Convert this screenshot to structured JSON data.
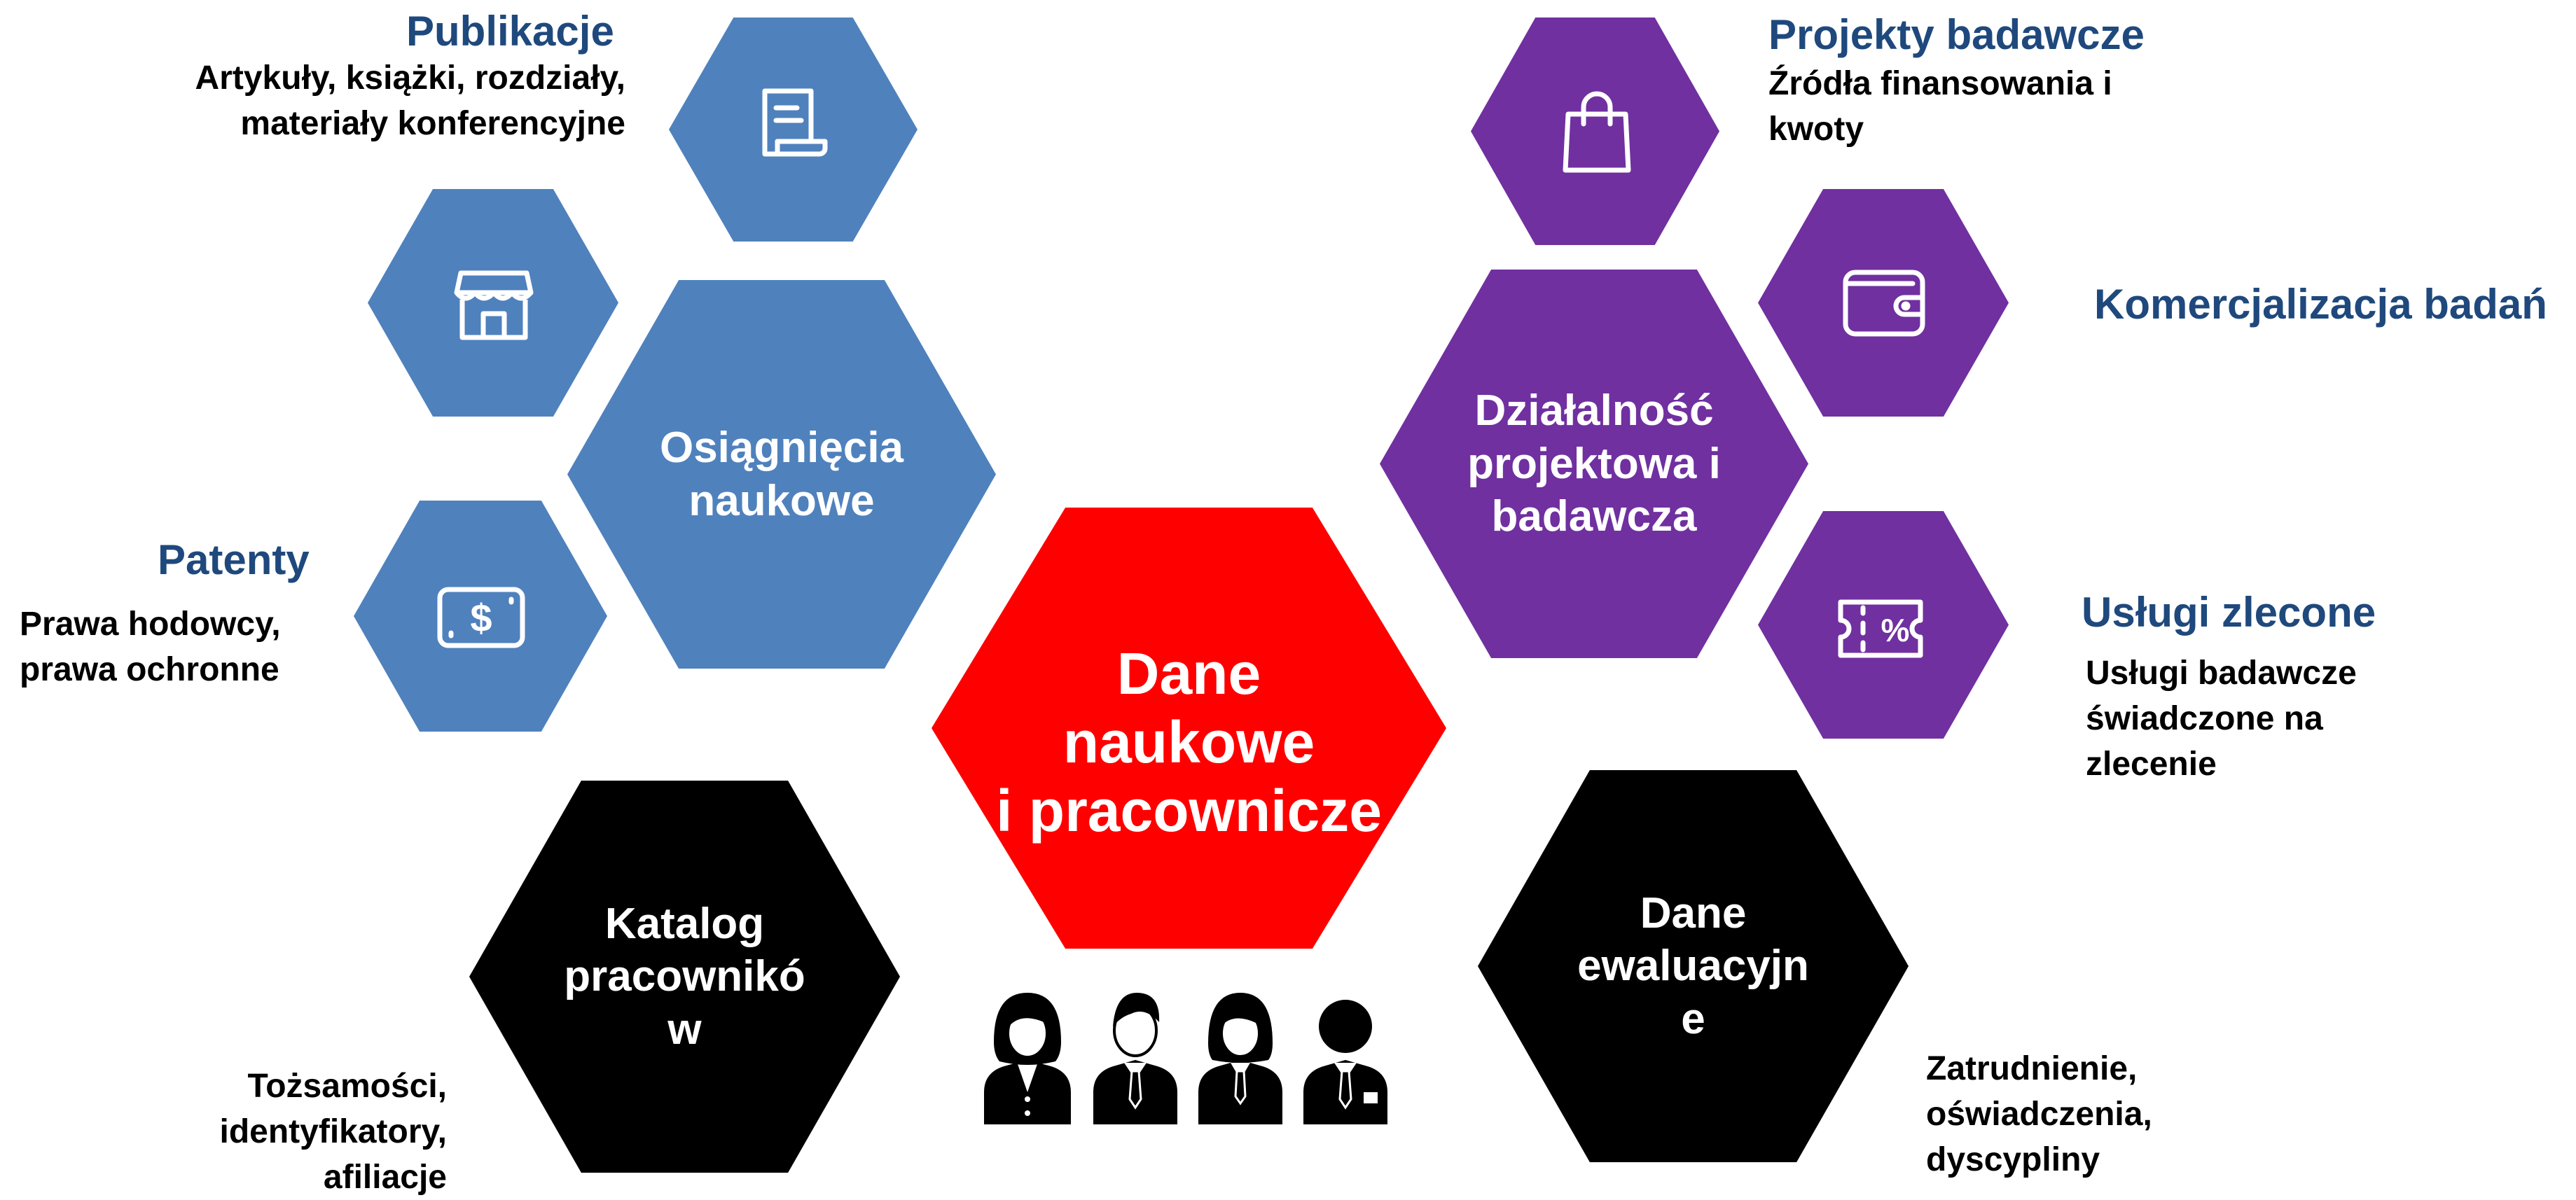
{
  "center": {
    "label_lines": [
      "Dane",
      "naukowe",
      "i pracownicze"
    ]
  },
  "achievements": {
    "label_lines": [
      "Osiągnięcia",
      "naukowe"
    ]
  },
  "projects": {
    "label_lines": [
      "Działalność",
      "projektowa i",
      "badawcza"
    ]
  },
  "catalog": {
    "label_lines": [
      "Katalog",
      "pracownikó",
      "w"
    ]
  },
  "evaluation": {
    "label_lines": [
      "Dane",
      "ewaluacyjn",
      "e"
    ]
  },
  "publications": {
    "title": "Publikacje",
    "desc_lines": [
      "Artykuły, książki, rozdziały,",
      "materiały konferencyjne"
    ]
  },
  "patents": {
    "title": "Patenty",
    "desc_lines": [
      "Prawa hodowcy,",
      "prawa ochronne"
    ]
  },
  "research_projects": {
    "title": "Projekty badawcze",
    "desc_lines": [
      "Źródła finansowania i",
      "kwoty"
    ]
  },
  "commercialization": {
    "title": "Komercjalizacja badań"
  },
  "services": {
    "title": "Usługi zlecone",
    "desc_lines": [
      "Usługi badawcze",
      "świadczone na",
      "zlecenie"
    ]
  },
  "catalog_desc": {
    "desc_lines": [
      "Tożsamości,",
      "identyfikatory,",
      "afiliacje"
    ]
  },
  "evaluation_desc": {
    "desc_lines": [
      "Zatrudnienie,",
      "oświadczenia,",
      "dyscypliny"
    ]
  },
  "icons": {
    "publications": "document-icon",
    "store": "storefront-icon",
    "patents": "money-card-icon",
    "projects": "shopping-bag-icon",
    "commercialization": "wallet-icon",
    "services": "discount-ticket-icon",
    "people": "people-icon"
  },
  "colors": {
    "blue": "#4f81bd",
    "purple": "#7030a0",
    "red": "#ff0000",
    "black": "#000000",
    "title": "#1f497d"
  }
}
